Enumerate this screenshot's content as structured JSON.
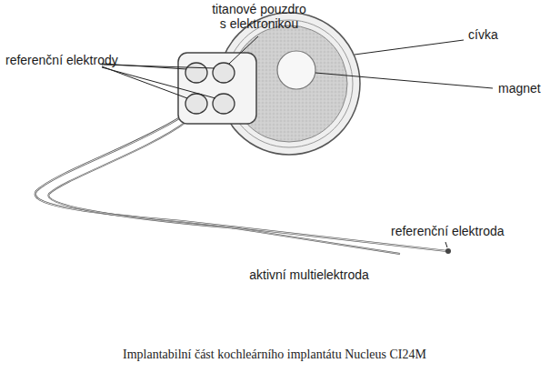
{
  "diagram": {
    "caption": "Implantabilní část kochleárního implantátu Nucleus CI24M",
    "labels": [
      "titanové pouzdro s elektronikou",
      "referenční elektrody",
      "cívka",
      "magnet",
      "referenční elektroda",
      "aktivní multielektroda"
    ]
  }
}
